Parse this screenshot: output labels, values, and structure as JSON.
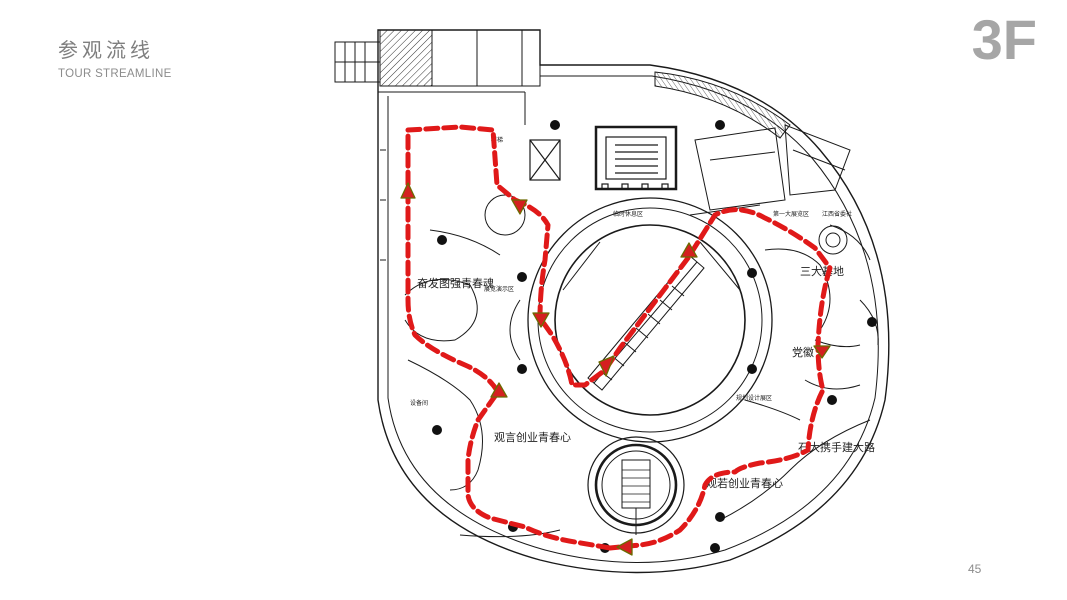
{
  "header": {
    "title_cn": "参观流线",
    "title_en": "TOUR STREAMLINE",
    "floor_label": "3F"
  },
  "footer": {
    "page_number": "45"
  },
  "colors": {
    "route": "#e01919",
    "arrow_fill": "#d42020",
    "arrow_stroke": "#6b6b00",
    "plan_line": "#1a1a1a",
    "title_gray": "#7f7f7f",
    "floor_gray": "#a6a6a6"
  },
  "plan_labels": {
    "zone_a": "奋发图强青春魂",
    "zone_b": "观言创业青春心",
    "zone_c": "观若创业青春心",
    "zone_d": "三大基地",
    "zone_e": "党徽",
    "zone_f": "石大携手建大路",
    "small_1": "临时休息区",
    "small_2": "楼梯",
    "small_3": "第一大展览区",
    "small_4": "江西省委社",
    "small_5": "设备间",
    "small_6": "展览演示区",
    "small_7": "规划设计展区"
  }
}
